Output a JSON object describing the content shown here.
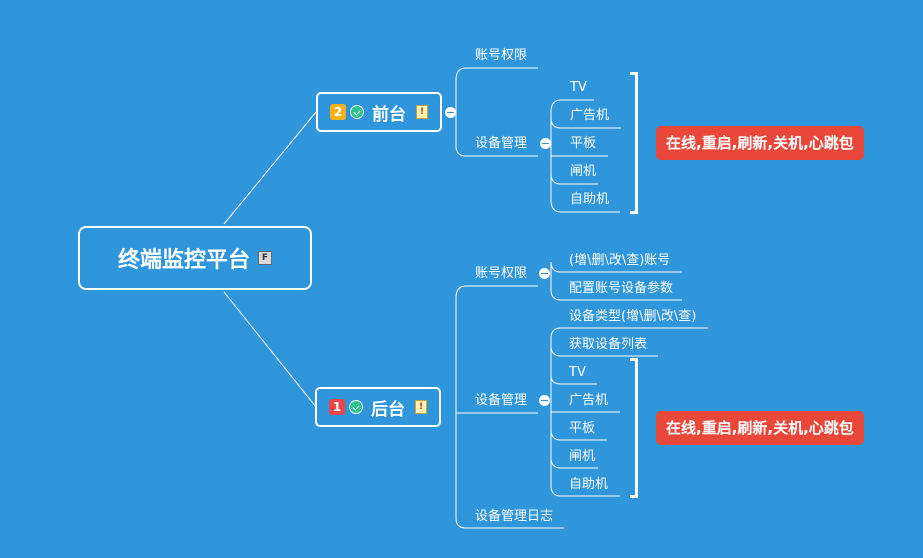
{
  "central": {
    "title": "终端监控平台",
    "flag": "F"
  },
  "front": {
    "label": "前台",
    "priority": "2",
    "children": {
      "account": "账号权限",
      "devices": "设备管理",
      "device_list": [
        "TV",
        "广告机",
        "平板",
        "闸机",
        "自助机"
      ],
      "callout": "在线,重启,刷新,关机,心跳包"
    }
  },
  "back": {
    "label": "后台",
    "priority": "1",
    "children": {
      "account": "账号权限",
      "account_items": [
        "(增\\删\\改\\查)账号",
        "配置账号设备参数"
      ],
      "devices": "设备管理",
      "device_items": [
        "设备类型(增\\删\\改\\查)",
        "获取设备列表"
      ],
      "device_list": [
        "TV",
        "广告机",
        "平板",
        "闸机",
        "自助机"
      ],
      "callout": "在线,重启,刷新,关机,心跳包",
      "log": "设备管理日志"
    }
  },
  "colors": {
    "background": "#2f96dc",
    "callout": "#e8473a",
    "priority_2": "#f7b21a",
    "priority_1": "#e9474a",
    "progress": "#2cc38c"
  }
}
